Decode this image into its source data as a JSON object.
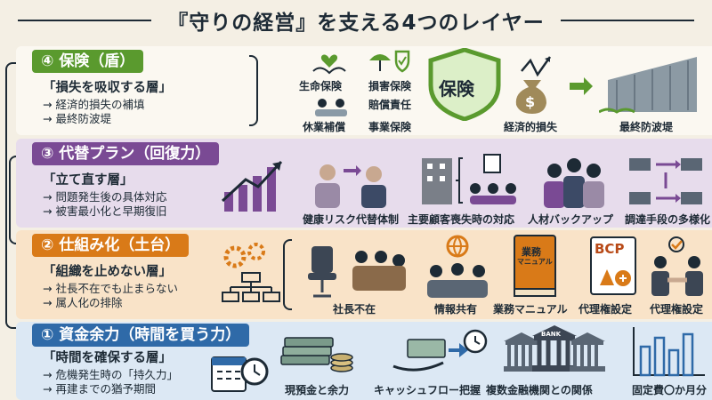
{
  "title": "『守りの経営』を支える4つのレイヤー",
  "layers": {
    "insurance": {
      "label": "④ 保険（盾）",
      "head": "「損失を吸収する層」",
      "points": [
        "→ 経済的損失の補填",
        "→ 最終防波堤"
      ],
      "items": [
        "生命保険",
        "休業補償",
        "損害保険",
        "賠償責任",
        "事業保険",
        "経済的損失",
        "最終防波堤"
      ],
      "shield_text": "保険"
    },
    "alternative": {
      "label": "③ 代替プラン（回復力）",
      "head": "「立て直す層」",
      "points": [
        "→ 問題発生後の具体対応",
        "→ 被害最小化と早期復旧"
      ],
      "items": [
        "健康リスク代替体制",
        "主要顧客喪失時の対応",
        "人材バックアップ",
        "調達手段の多様化"
      ]
    },
    "system": {
      "label": "② 仕組み化（土台）",
      "head": "「組織を止めない層」",
      "points": [
        "→ 社長不在でも止まらない",
        "→ 属人化の排除"
      ],
      "items": [
        "社長不在",
        "情報共有",
        "業務マニュアル",
        "代理権設定",
        "代理権設定"
      ],
      "manual_text": [
        "業務",
        "マニュアル"
      ],
      "bcp_text": "BCP"
    },
    "funds": {
      "label": "① 資金余力（時間を買う力）",
      "head": "「時間を確保する層」",
      "points": [
        "→ 危機発生時の「持久力」",
        "→ 再建までの猶予期間"
      ],
      "items": [
        "現預金と余力",
        "キャッシュフロー把握",
        "複数金融機関との関係",
        "固定費〇か月分"
      ],
      "bank_text": "BANK"
    }
  },
  "colors": {
    "insurance": "#5a9a2e",
    "alternative": "#7a4a94",
    "system": "#d97a18",
    "funds": "#2f6aa8"
  }
}
